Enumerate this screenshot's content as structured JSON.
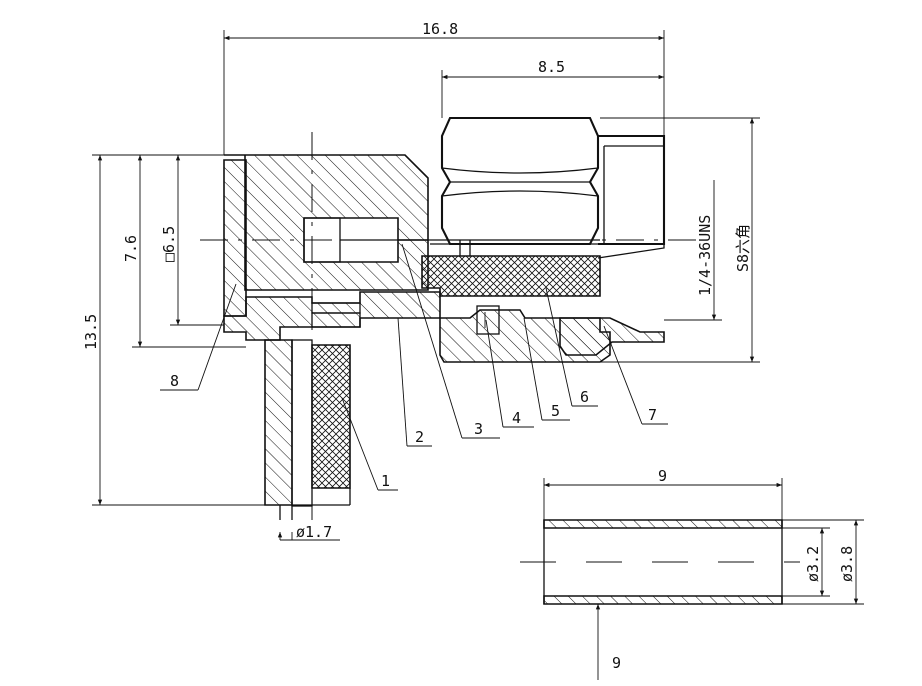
{
  "dimensions": {
    "overall_length": "16.8",
    "nut_length": "8.5",
    "overall_height": "13.5",
    "body_height": "7.6",
    "body_square": "□6.5",
    "thread": "1/4-36UNS",
    "hex": "S8六角",
    "pin_diameter": "ø1.7",
    "ferrule_length": "9",
    "ferrule_id": "ø3.2",
    "ferrule_od": "ø3.8"
  },
  "parts": {
    "p1": "1",
    "p2": "2",
    "p3": "3",
    "p4": "4",
    "p5": "5",
    "p6": "6",
    "p7": "7",
    "p8": "8",
    "ferrule": "9"
  },
  "colors": {
    "line": "#111111",
    "background": "#ffffff"
  }
}
